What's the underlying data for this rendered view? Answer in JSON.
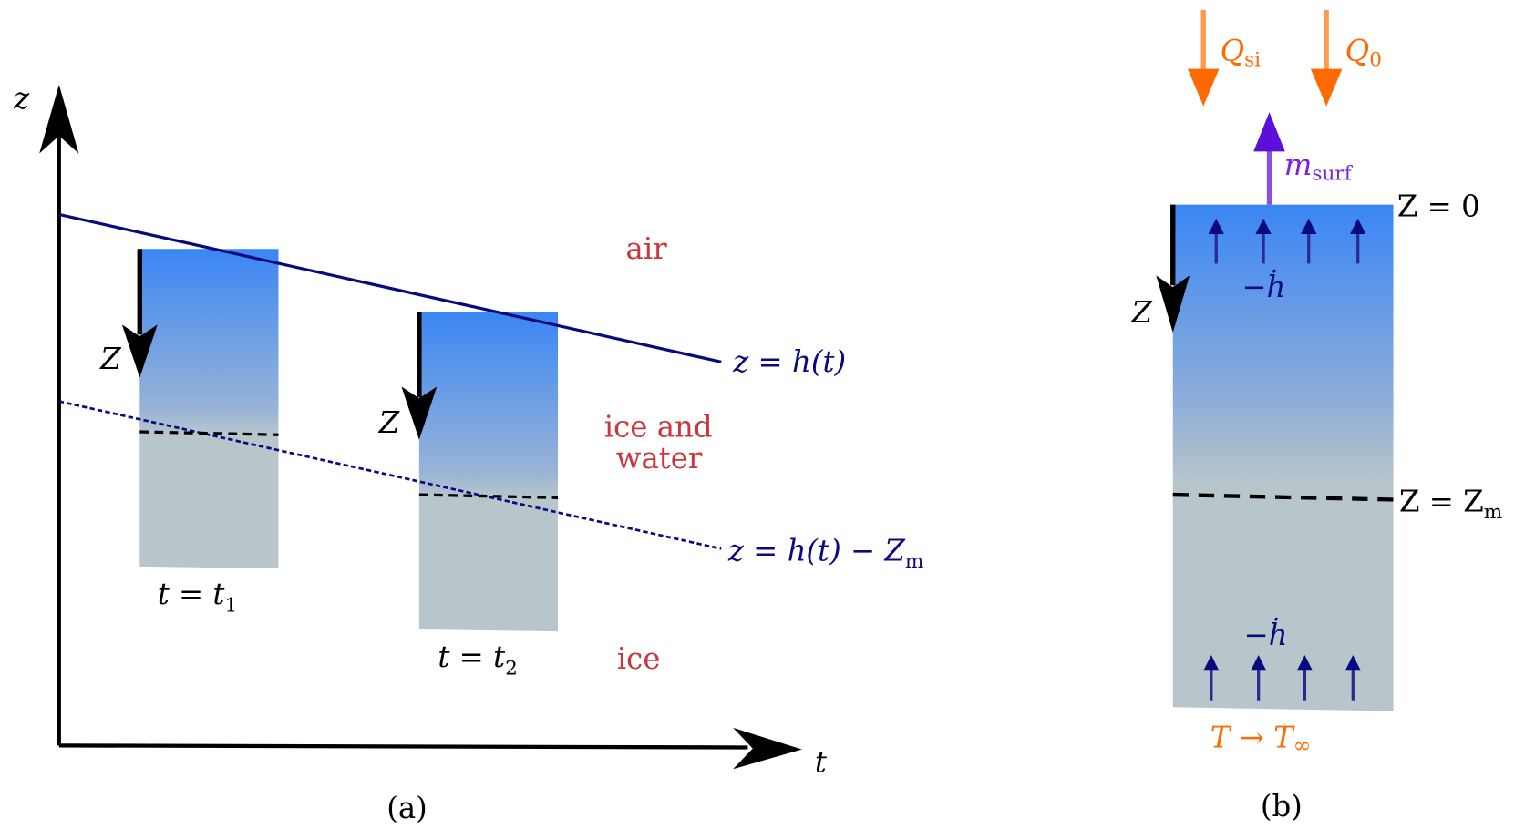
{
  "panel_a": {
    "caption": "(a)",
    "axis_z": "z",
    "axis_t": "t",
    "region_air": "air",
    "region_mix_line1": "ice and",
    "region_mix_line2": "water",
    "region_ice": "ice",
    "line_surface": "z = h(t)",
    "line_melt": "z = h(t) − Z",
    "line_melt_sub": "m",
    "column1_label": "t = t",
    "column1_sub": "1",
    "column2_label": "t = t",
    "column2_sub": "2",
    "z_arrow_label": "Z"
  },
  "panel_b": {
    "caption": "(b)",
    "q_si": "Q",
    "q_si_sub": "si",
    "q_0": "Q",
    "q_0_sub": "0",
    "m_surf": "m",
    "m_surf_sub": "surf",
    "z_top": "Z = 0",
    "z_melt": "Z = Z",
    "z_melt_sub": "m",
    "z_arrow_label": "Z",
    "hdot_top": "−ḣ",
    "hdot_bottom": "−ḣ",
    "bottom_bc": "T → T",
    "bottom_bc_sub": "∞"
  },
  "colors": {
    "water_blue": "#3a86f5",
    "ice_grey": "#b8c5cb",
    "navy": "#0a0a80",
    "label_red": "#c8373d",
    "flux_orange": "#ff6a00",
    "mass_purple": "#7a22e0"
  }
}
